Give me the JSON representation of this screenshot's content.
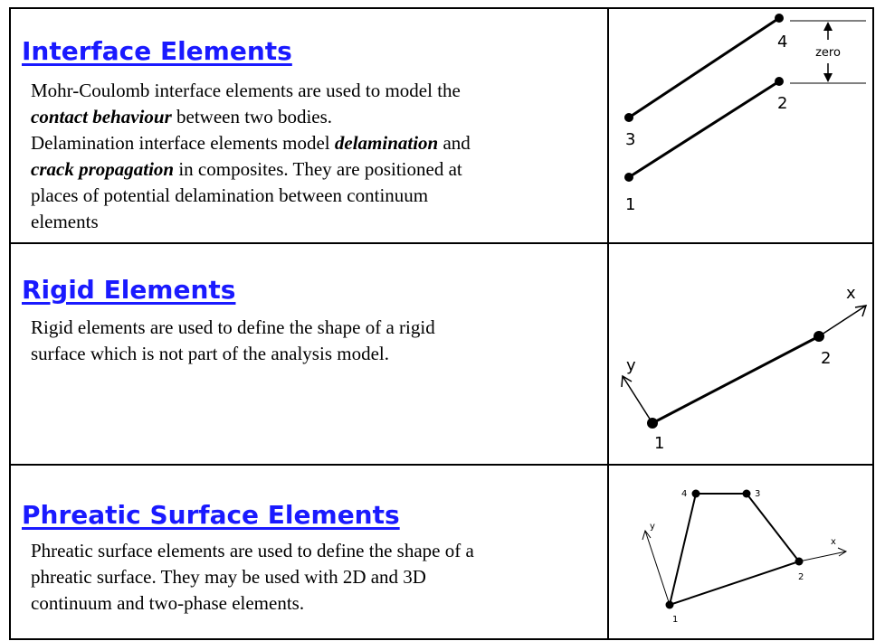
{
  "sections": [
    {
      "title": "Interface Elements",
      "lines": [
        {
          "pre": "Mohr-Coulomb interface elements are used to model the",
          "em": "",
          "post": ""
        },
        {
          "pre": "",
          "em": "contact behaviour",
          "post": " between two bodies."
        },
        {
          "pre": "Delamination interface elements model ",
          "em": "delamination",
          "post": " and"
        },
        {
          "pre": "",
          "em": "crack propagation",
          "post": " in composites. They are positioned at"
        },
        {
          "pre": "places of potential delamination between continuum",
          "em": "",
          "post": ""
        },
        {
          "pre": "elements",
          "em": "",
          "post": ""
        }
      ],
      "diagram": {
        "node_labels": [
          "1",
          "2",
          "3",
          "4"
        ],
        "gap_label": "zero"
      }
    },
    {
      "title": "Rigid Elements",
      "lines": [
        {
          "pre": "Rigid elements are used to define the shape of a rigid",
          "em": "",
          "post": ""
        },
        {
          "pre": "surface which is not part of the analysis model.",
          "em": "",
          "post": ""
        }
      ],
      "diagram": {
        "node_labels": [
          "1",
          "2"
        ],
        "axis_labels": [
          "x",
          "y"
        ]
      }
    },
    {
      "title": "Phreatic Surface Elements",
      "lines": [
        {
          "pre": "Phreatic surface elements are used to define the shape of a",
          "em": "",
          "post": ""
        },
        {
          "pre": "phreatic surface. They may be used with 2D and 3D",
          "em": "",
          "post": ""
        },
        {
          "pre": "continuum and two-phase elements.",
          "em": "",
          "post": ""
        }
      ],
      "diagram": {
        "node_labels": [
          "1",
          "2",
          "3",
          "4"
        ],
        "axis_labels": [
          "x",
          "y"
        ]
      }
    }
  ]
}
